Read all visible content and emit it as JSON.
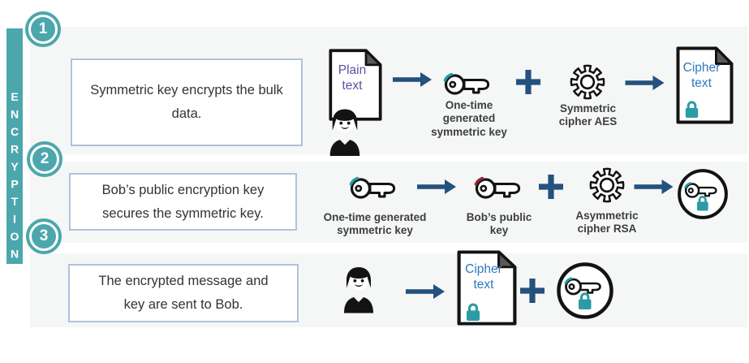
{
  "sidebar": {
    "label": "ENCRYPTION"
  },
  "steps": [
    {
      "number": "1",
      "description": "Symmetric key encrypts the bulk data."
    },
    {
      "number": "2",
      "description": "Bob’s public encryption key secures the symmetric key."
    },
    {
      "number": "3",
      "description": "The encrypted message and key are sent to Bob."
    }
  ],
  "row1": {
    "plain_doc_label": "Plain text",
    "symmetric_key_label": "One-time generated symmetric key",
    "cipher_engine_label": "Symmetric cipher AES",
    "cipher_doc_label": "Cipher text"
  },
  "row2": {
    "symmetric_key_label": "One-time generated symmetric key",
    "bob_key_label": "Bob’s public key",
    "cipher_engine_label": "Asymmetric cipher RSA"
  },
  "row3": {
    "cipher_doc_label": "Cipher text"
  },
  "colors": {
    "teal_bar": "#4CA7AC",
    "lock_teal": "#2D9BA5",
    "key_accent_teal": "#1E9EA6",
    "key_accent_red": "#9A2430",
    "arrow_navy": "#24517E",
    "plain_text_purple": "#5B51A0",
    "cipher_text_blue": "#2E79BC",
    "box_border": "#AFC3DB",
    "band_background": "#F5F6F6"
  }
}
